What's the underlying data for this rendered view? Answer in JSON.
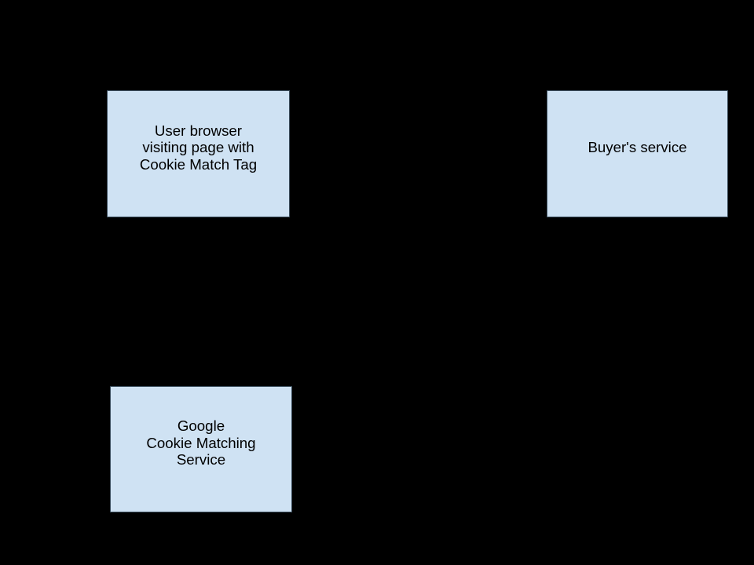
{
  "diagram": {
    "colors": {
      "canvas_background": "#000000",
      "box_fill": "#cfe2f3",
      "box_border": "#3b4d5c",
      "text": "#000000"
    },
    "boxes": [
      {
        "id": "user-browser",
        "label": "User browser\nvisiting page with\nCookie Match Tag"
      },
      {
        "id": "buyers-service",
        "label": "Buyer's service"
      },
      {
        "id": "google-cookie-matching-service",
        "label": "Google\nCookie Matching\nService"
      }
    ]
  }
}
